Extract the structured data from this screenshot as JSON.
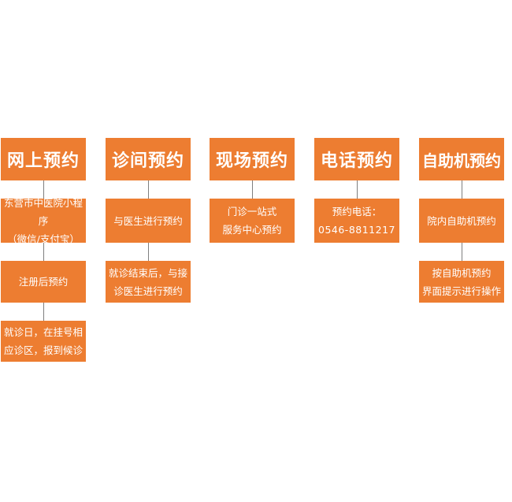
{
  "columns": [
    {
      "title": "网上预约",
      "steps": [
        [
          "东营市中医院小程序",
          "（微信/支付宝）"
        ],
        [
          "注册后预约"
        ],
        [
          "就诊日，在挂号相",
          "应诊区，报到候诊"
        ]
      ]
    },
    {
      "title": "诊间预约",
      "steps": [
        [
          "与医生进行预约"
        ],
        [
          "就诊结束后，与接",
          "诊医生进行预约"
        ]
      ]
    },
    {
      "title": "现场预约",
      "steps": [
        [
          "门诊一站式",
          "服务中心预约"
        ]
      ]
    },
    {
      "title": "电话预约",
      "steps": [
        [
          "预约电话：",
          "0546-8811217"
        ]
      ]
    },
    {
      "title": "自助机预约",
      "steps": [
        [
          "院内自助机预约"
        ],
        [
          "按自助机预约",
          "界面提示进行操作"
        ]
      ]
    }
  ]
}
